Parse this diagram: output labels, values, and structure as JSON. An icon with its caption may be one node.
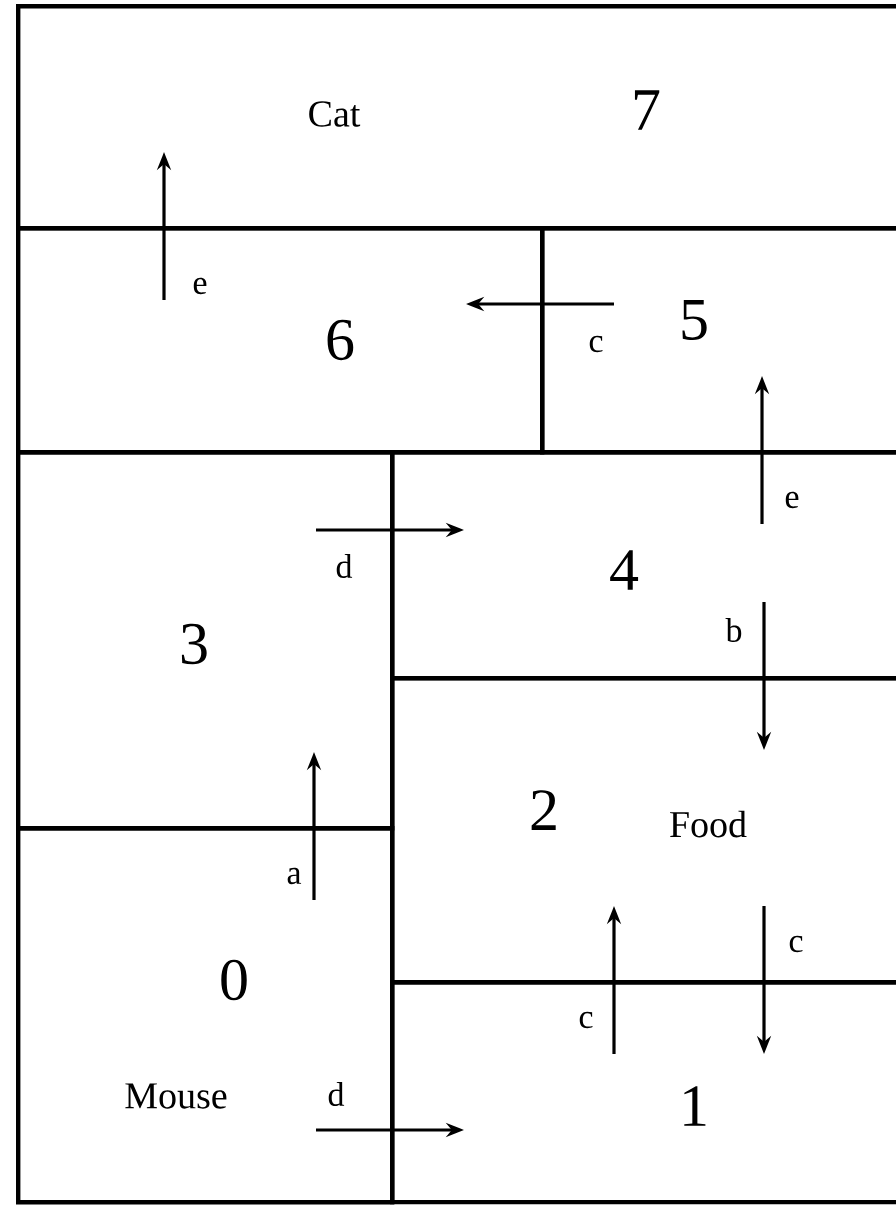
{
  "diagram": {
    "nodes": [
      {
        "text": [
          "Cat",
          "7"
        ]
      },
      {
        "text": [
          "6"
        ]
      },
      {
        "text": [
          "5"
        ]
      },
      {
        "text": [
          "3"
        ]
      },
      {
        "text": [
          "4"
        ]
      },
      {
        "text": [
          "2",
          "Food"
        ]
      },
      {
        "text": [
          "0",
          "Mouse"
        ]
      },
      {
        "text": [
          "1"
        ]
      }
    ],
    "edges": [
      {
        "from": 6,
        "to": 3,
        "arrow": "to",
        "label": "a"
      },
      {
        "from": 3,
        "to": 4,
        "arrow": "to",
        "label": "d"
      },
      {
        "from": 4,
        "to": 5,
        "arrow": "to",
        "label": "b"
      },
      {
        "from": 5,
        "to": 7,
        "arrow": "to",
        "label": "c"
      },
      {
        "from": 7,
        "to": 5,
        "arrow": "to",
        "label": "c"
      },
      {
        "from": 6,
        "to": 7,
        "arrow": "to",
        "label": "d"
      },
      {
        "from": 4,
        "to": 2,
        "arrow": "to",
        "label": "e"
      },
      {
        "from": 2,
        "to": 1,
        "arrow": "to",
        "label": "c"
      },
      {
        "from": 1,
        "to": 0,
        "arrow": "to",
        "label": "e"
      }
    ]
  }
}
